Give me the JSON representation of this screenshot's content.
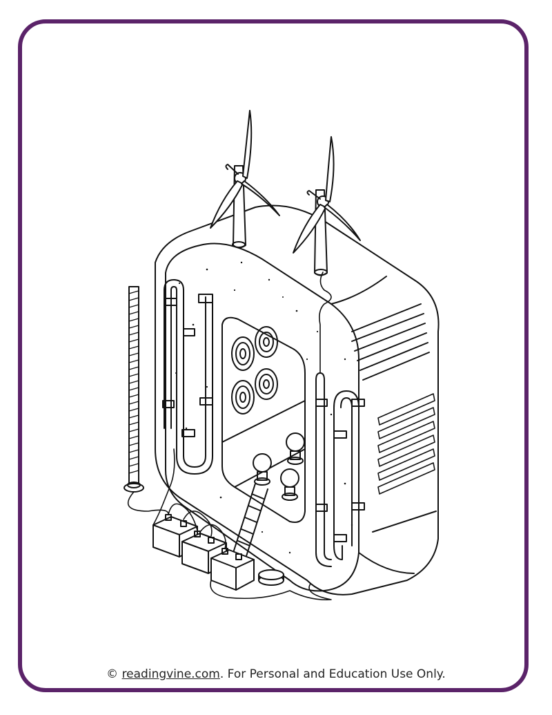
{
  "footer": {
    "copyright_symbol": "©",
    "site_link": "readingvine.com",
    "notice": ". For Personal and Education Use Only."
  },
  "colors": {
    "frame_border": "#5b2369",
    "line_art": "#111111",
    "background": "#ffffff"
  },
  "illustration": {
    "subject": "power-generator-coloring-page",
    "icons": [
      "wind-turbine-icon",
      "generator-housing-icon",
      "fan-icon",
      "battery-icon",
      "pipe-icon",
      "lightbulb-icon"
    ]
  }
}
